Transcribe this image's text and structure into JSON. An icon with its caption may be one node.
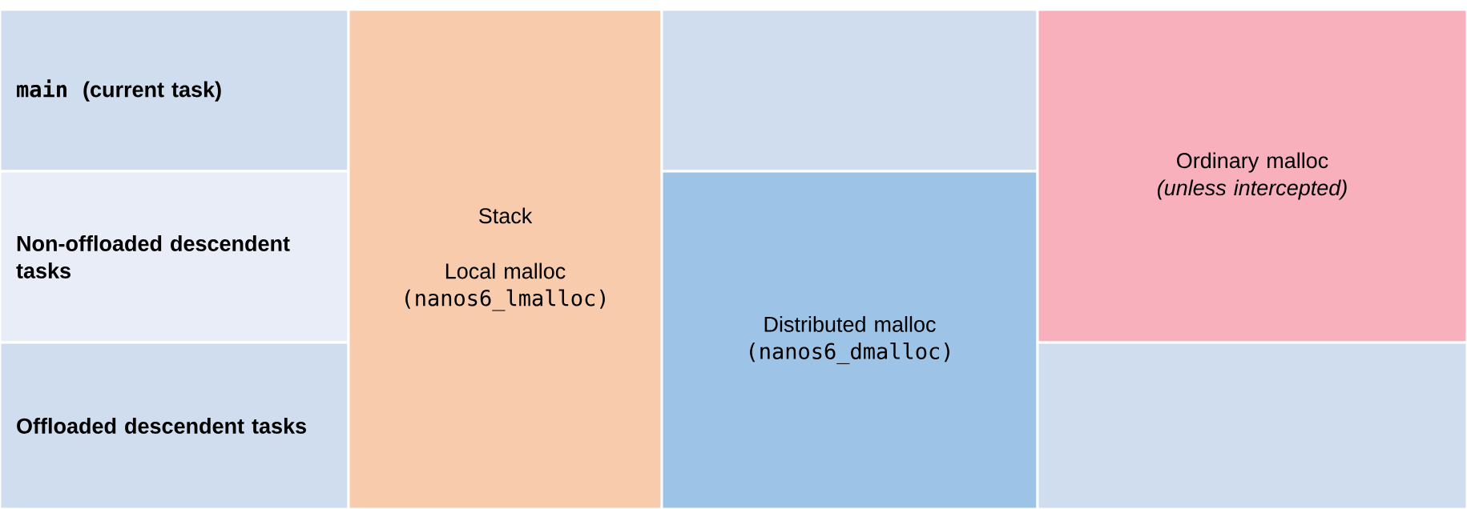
{
  "diagram": {
    "nodes": [
      {
        "text": [
          "main",
          "(current task)"
        ]
      },
      {
        "text": [
          "Non-offloaded descendent tasks"
        ]
      },
      {
        "text": [
          "Offloaded descendent tasks"
        ]
      },
      {
        "text": [
          "Stack",
          "Local malloc",
          "(nanos6_lmalloc)"
        ]
      },
      {
        "text": [],
        "shape": "box"
      },
      {
        "text": [
          "Distributed malloc",
          "(nanos6_dmalloc)"
        ]
      },
      {
        "text": [
          "Ordinary  malloc",
          "(unless intercepted)"
        ]
      },
      {
        "text": [],
        "shape": "box"
      }
    ]
  }
}
